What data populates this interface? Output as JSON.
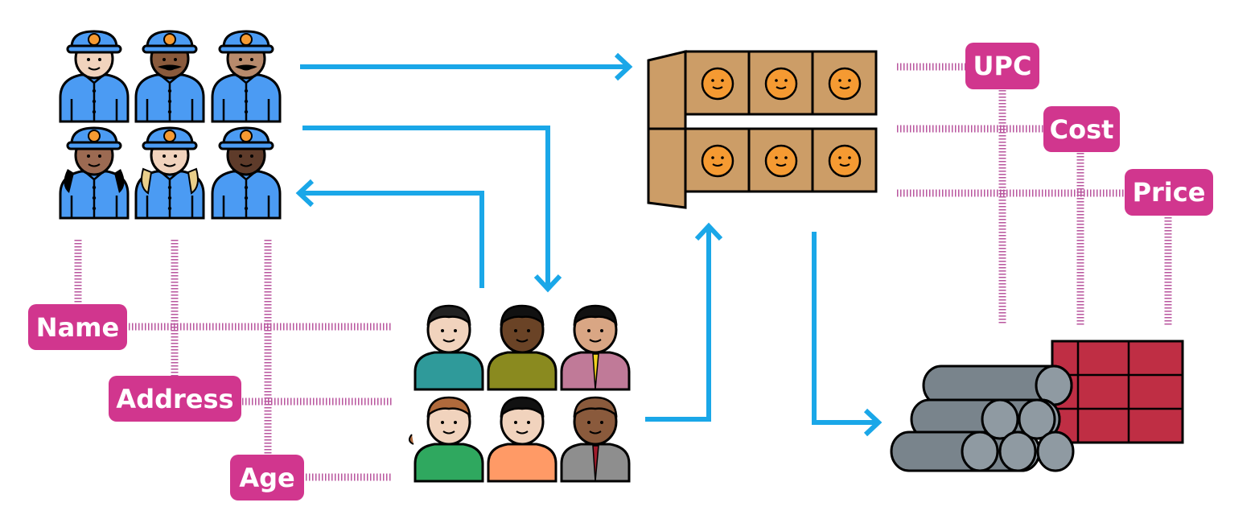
{
  "colors": {
    "arrow": "#1aa7e8",
    "tag": "#d1368e",
    "dots": "#b8559e"
  },
  "customer_fields": [
    {
      "key": "name",
      "label": "Name"
    },
    {
      "key": "address",
      "label": "Address"
    },
    {
      "key": "age",
      "label": "Age"
    }
  ],
  "product_fields": [
    {
      "key": "upc",
      "label": "UPC"
    },
    {
      "key": "cost",
      "label": "Cost"
    },
    {
      "key": "price",
      "label": "Price"
    }
  ],
  "icons": {
    "employees": "employee-group-icon",
    "customers": "customer-group-icon",
    "inventory": "product-boxes-icon",
    "materials": "raw-materials-icon"
  }
}
